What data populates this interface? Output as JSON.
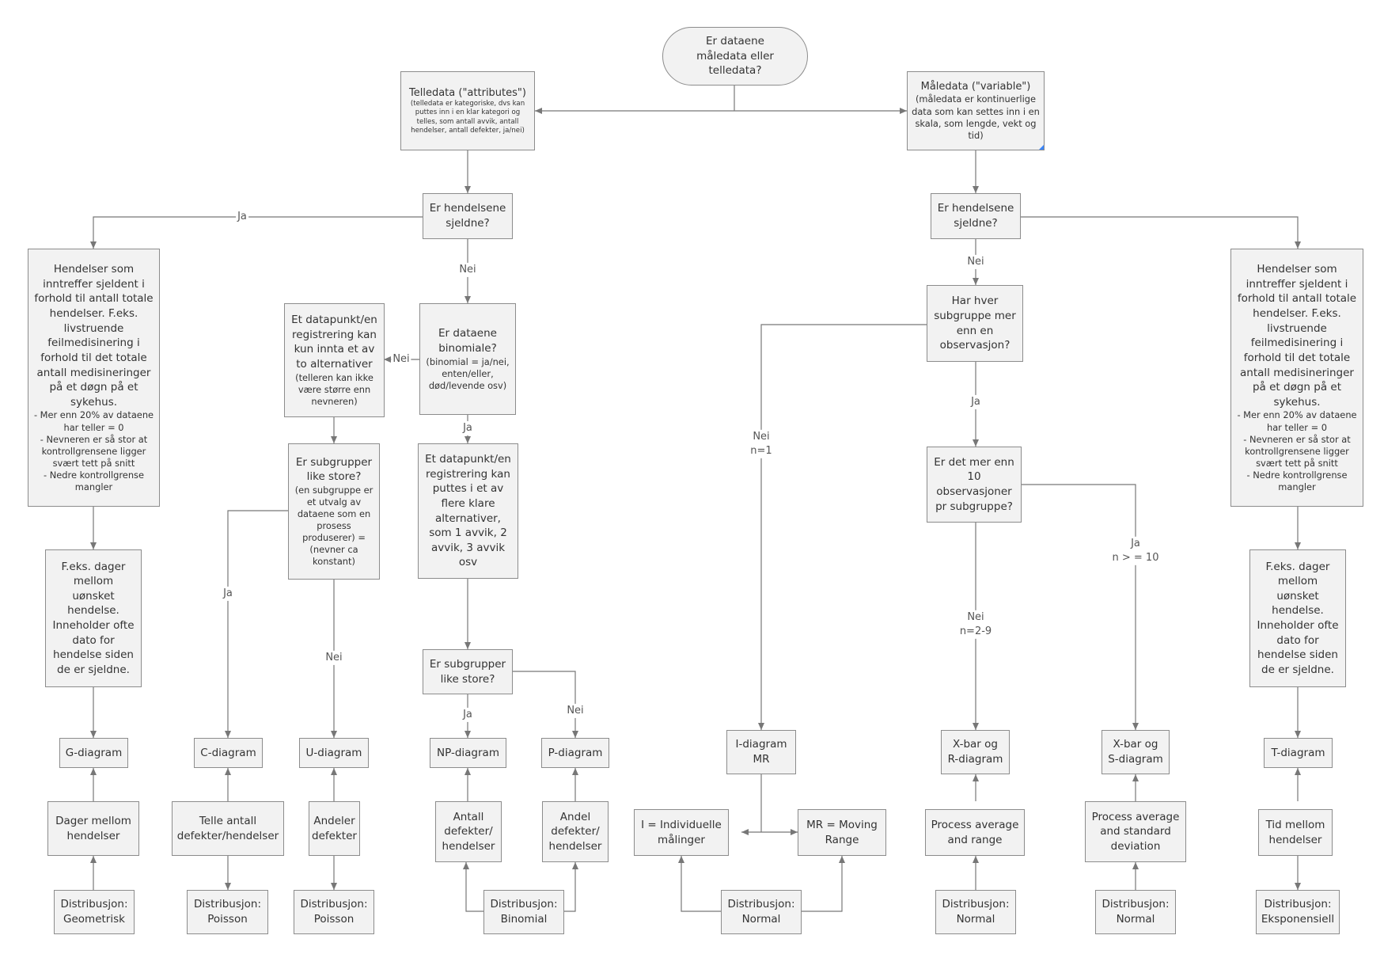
{
  "start": "Er dataene\nmåledata eller\ntelledata?",
  "telledata": {
    "title": "Telledata (\"attributes\")",
    "desc": "(telledata er kategoriske, dvs kan\nputtes inn i en klar kategori og\ntelles, som antall avvik, antall\nhendelser, antall defekter, ja/nei)"
  },
  "maledata": {
    "title": "Måledata (\"variable\")",
    "desc": "(måledata er kontinuerlige\ndata som kan settes inn i en\nskala, som lengde, vekt og\ntid)"
  },
  "rare_left": "Er hendelsene\nsjeldne?",
  "rare_right": "Er hendelsene\nsjeldne?",
  "rare_desc": {
    "main": "Hendelser som\ninntreffer sjeldent i\nforhold til antall totale\nhendelser. F.eks.\nlivstruende\nfeilmedisinering i\nforhold til det totale\nantall medisineringer\npå et døgn på et\nsykehus.",
    "notes": "- Mer enn 20% av dataene\nhar teller = 0\n- Nevneren er så stor at\nkontrollgrensene ligger\nsvært tett på snitt\n- Nedre kontrollgrense\nmangler"
  },
  "example_days": "F.eks. dager\nmellom\nuønsket\nhendelse.\nInneholder ofte\ndato for\nhendelse siden\nde er sjeldne.",
  "binomial": {
    "main": "Er dataene\nbinomiale?",
    "desc": "(binomial = ja/nei,\nenten/eller,\ndød/levende osv)"
  },
  "two_alt": {
    "main": "Et datapunkt/en\nregistrering kan\nkun innta et av\nto alternativer",
    "desc": "(telleren kan ikke\nvære større enn\nnevneren)"
  },
  "subgroups_equal_1": {
    "main": "Er subgrupper\nlike store?",
    "desc": "(en subgruppe er\net utvalg av\ndataene som en\nprosess\nproduserer) =\n(nevner ca\nkonstant)"
  },
  "multi_alt": "Et datapunkt/en\nregistrering kan\nputtes i et av\nflere klare\nalternativer,\nsom 1 avvik, 2\navvik, 3 avvik\nosv",
  "subgroups_equal_2": "Er subgrupper\nlike store?",
  "more_than_one": "Har hver\nsubgruppe mer\nenn en\nobservasjon?",
  "more_than_ten": "Er det mer enn\n10\nobservasjoner\npr subgruppe?",
  "charts": {
    "g": "G-diagram",
    "c": "C-diagram",
    "u": "U-diagram",
    "np": "NP-diagram",
    "p": "P-diagram",
    "imr": "I-diagram\nMR",
    "xr": "X-bar og\nR-diagram",
    "xs": "X-bar og\nS-diagram",
    "t": "T-diagram"
  },
  "measures": {
    "days_between": "Dager mellom\nhendelser",
    "count_defects": "Telle antall\ndefekter/hendelser",
    "share_defects": "Andeler\ndefekter",
    "count_defects_2": "Antall\ndefekter/\nhendelser",
    "share_defects_2": "Andel\ndefekter/\nhendelser",
    "individual": "I = Individuelle\nmålinger",
    "moving_range": "MR = Moving\nRange",
    "avg_range": "Process average\nand range",
    "avg_std": "Process average\nand standard\ndeviation",
    "time_between": "Tid mellom\nhendelser"
  },
  "dists": {
    "geometric": "Distribusjon:\nGeometrisk",
    "poisson_1": "Distribusjon:\nPoisson",
    "poisson_2": "Distribusjon:\nPoisson",
    "binomial": "Distribusjon:\nBinomial",
    "normal_1": "Distribusjon:\nNormal",
    "normal_2": "Distribusjon:\nNormal",
    "normal_3": "Distribusjon:\nNormal",
    "exponential": "Distribusjon:\nEksponensiell"
  },
  "edge_labels": {
    "ja_left": "Ja",
    "nei_left": "Nei",
    "nei_binomial": "Nei",
    "ja_binomial": "Ja",
    "ja_sub1": "Ja",
    "nei_sub1": "Nei",
    "ja_sub2": "Ja",
    "nei_sub2": "Nei",
    "nei_right": "Nei",
    "nei_n1": "Nei\nn=1",
    "ja_more_one": "Ja",
    "nei_n29": "Nei\nn=2-9",
    "ja_n10": "Ja\nn > = 10"
  },
  "colors": {
    "node_fill": "#f2f2f2",
    "node_border": "#8c8c8c",
    "edge": "#777777",
    "corner_marker": "#3a86ff"
  }
}
